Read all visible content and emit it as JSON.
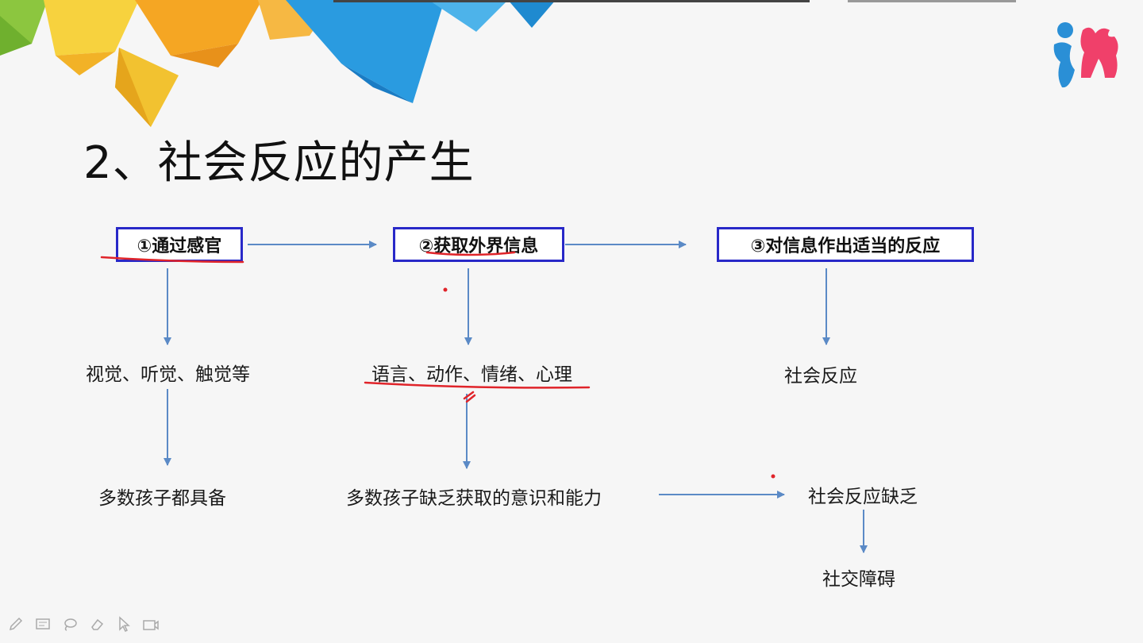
{
  "slide": {
    "title": "2、社会反应的产生",
    "steps": [
      {
        "id": "step1",
        "label": "①通过感官"
      },
      {
        "id": "step2",
        "label": "②获取外界信息"
      },
      {
        "id": "step3",
        "label": "③对信息作出适当的反应"
      }
    ],
    "nodes": {
      "senses": "视觉、听觉、触觉等",
      "info_types": "语言、动作、情绪、心理",
      "social_reaction": "社会反应",
      "most_have": "多数孩子都具备",
      "most_lack": "多数孩子缺乏获取的意识和能力",
      "reaction_lack": "社会反应缺乏",
      "social_disorder": "社交障碍"
    }
  },
  "colors": {
    "box_border": "#2828c8",
    "arrow": "#5b8ac6",
    "annotation": "#e0242a",
    "logo_blue": "#2a8fd6",
    "logo_pink": "#f0406a"
  },
  "icons": [
    "pen-icon",
    "whiteboard-icon",
    "lasso-icon",
    "eraser-icon",
    "pointer-icon",
    "camera-icon"
  ]
}
